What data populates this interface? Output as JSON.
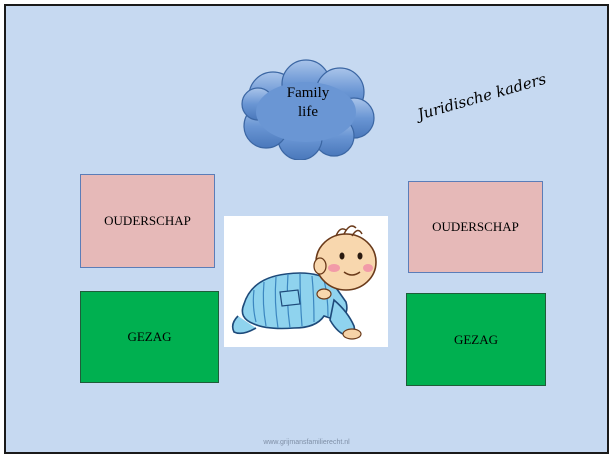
{
  "cloud": {
    "line1": "Family",
    "line2": "life"
  },
  "juridisch_label": "Juridische kaders",
  "left": {
    "ouderschap": "OUDERSCHAP",
    "gezag": "GEZAG"
  },
  "right": {
    "ouderschap": "OUDERSCHAP",
    "gezag": "GEZAG"
  },
  "footer_url": "www.grijmansfamilierecht.nl",
  "colors": {
    "background": "#c6d9f1",
    "cloud_fill": "#4f81bd",
    "ouderschap_fill": "#e6b9b8",
    "gezag_fill": "#00b050"
  },
  "image": {
    "icon": "crawling-baby-icon"
  }
}
